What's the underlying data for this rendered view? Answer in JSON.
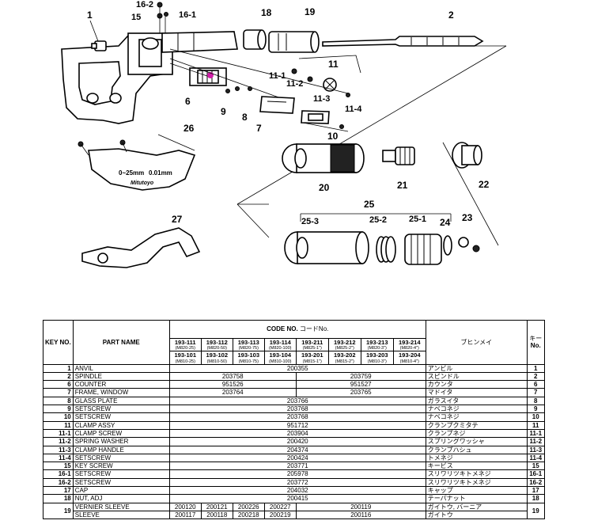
{
  "diagram": {
    "labels": {
      "l1": "1",
      "l2": "2",
      "l6": "6",
      "l7": "7",
      "l8": "8",
      "l9": "9",
      "l10": "10",
      "l11": "11",
      "l11_1": "11-1",
      "l11_2": "11-2",
      "l11_3": "11-3",
      "l11_4": "11-4",
      "l15": "15",
      "l16_1": "16-1",
      "l16_2": "16-2",
      "l18": "18",
      "l19": "19",
      "l20": "20",
      "l21": "21",
      "l22": "22",
      "l23": "23",
      "l24": "24",
      "l25": "25",
      "l25_1": "25-1",
      "l25_2": "25-2",
      "l25_3": "25-3",
      "l26": "26",
      "l27": "27"
    },
    "frame_marking": "0~25mm",
    "frame_resolution": "0.01mm",
    "frame_brand": "Mitutoyo"
  },
  "table": {
    "headers": {
      "key_no": "KEY NO.",
      "part_name": "PART NAME",
      "code_no": "CODE NO.",
      "code_no_jp": "コードNo.",
      "hinmei": "ブヒンメイ",
      "key_jp_1": "キー",
      "key_jp_2": "No."
    },
    "models_row1": [
      {
        "code": "193-111",
        "range": "(M820-25)"
      },
      {
        "code": "193-112",
        "range": "(M820-50)"
      },
      {
        "code": "193-113",
        "range": "(M820-75)"
      },
      {
        "code": "193-114",
        "range": "(M820-100)"
      },
      {
        "code": "193-211",
        "range": "(M825-1\")"
      },
      {
        "code": "193-212",
        "range": "(M825-2\")"
      },
      {
        "code": "193-213",
        "range": "(M820-3\")"
      },
      {
        "code": "193-214",
        "range": "(M820-4\")"
      }
    ],
    "models_row2": [
      {
        "code": "193-101",
        "range": "(M810-25)"
      },
      {
        "code": "193-102",
        "range": "(M810-50)"
      },
      {
        "code": "193-103",
        "range": "(M810-75)"
      },
      {
        "code": "193-104",
        "range": "(M810-100)"
      },
      {
        "code": "193-201",
        "range": "(M815-1\")"
      },
      {
        "code": "193-202",
        "range": "(M815-2\")"
      },
      {
        "code": "193-203",
        "range": "(M810-3\")"
      },
      {
        "code": "193-204",
        "range": "(M810-4\")"
      }
    ],
    "rows": [
      {
        "key": "1",
        "name": "ANVIL",
        "all": "200355",
        "jp": "アンビル",
        "key2": "1"
      },
      {
        "key": "2",
        "name": "SPINDLE",
        "metric": "203758",
        "inch": "203759",
        "jp": "スピンドル",
        "key2": "2"
      },
      {
        "key": "6",
        "name": "COUNTER",
        "metric": "951526",
        "inch": "951527",
        "jp": "カウンタ",
        "key2": "6"
      },
      {
        "key": "7",
        "name": "FRAME, WINDOW",
        "metric": "203764",
        "inch": "203765",
        "jp": "マドイタ",
        "key2": "7"
      },
      {
        "key": "8",
        "name": "GLASS PLATE",
        "all": "203766",
        "jp": "ガラスイタ",
        "key2": "8"
      },
      {
        "key": "9",
        "name": "SETSCREW",
        "all": "203768",
        "jp": "ナベコネジ",
        "key2": "9"
      },
      {
        "key": "10",
        "name": "SETSCREW",
        "all": "203768",
        "jp": "ナベコネジ",
        "key2": "10"
      },
      {
        "key": "11",
        "name": "CLAMP ASSY",
        "all": "951712",
        "jp": "クランプクミタテ",
        "key2": "11"
      },
      {
        "key": "11-1",
        "name": "CLAMP SCREW",
        "all": "203904",
        "jp": "クランプネジ",
        "key2": "11-1"
      },
      {
        "key": "11-2",
        "name": "SPRING WASHER",
        "all": "200420",
        "jp": "スプリングワッシャ",
        "key2": "11-2"
      },
      {
        "key": "11-3",
        "name": "CLAMP HANDLE",
        "all": "204374",
        "jp": "クランプハシュ",
        "key2": "11-3"
      },
      {
        "key": "11-4",
        "name": "SETSCREW",
        "all": "200424",
        "jp": "トメネジ",
        "key2": "11-4"
      },
      {
        "key": "15",
        "name": "KEY SCREW",
        "all": "203771",
        "jp": "キービス",
        "key2": "15"
      },
      {
        "key": "16-1",
        "name": "SETSCREW",
        "all": "205978",
        "jp": "スリワリツキトメネジ",
        "key2": "16-1"
      },
      {
        "key": "16-2",
        "name": "SETSCREW",
        "all": "203772",
        "jp": "スリワリツキトメネジ",
        "key2": "16-2"
      },
      {
        "key": "17",
        "name": "CAP",
        "all": "204032",
        "jp": "キャップ",
        "key2": "17"
      },
      {
        "key": "18",
        "name": "NUT, ADJ",
        "all": "200415",
        "jp": "テーパナット",
        "key2": "18"
      }
    ],
    "row19": {
      "key": "19",
      "name": "VERNIER SLEEVE",
      "name2": "SLEEVE",
      "codes": [
        "200120",
        "200121",
        "200226",
        "200227"
      ],
      "inch": "200119",
      "codes2": [
        "200117",
        "200118",
        "200218",
        "200219"
      ],
      "inch2": "200116",
      "jp": "ガイトウ, バーニア",
      "jp2": "ガイトウ",
      "key2": "19"
    }
  }
}
